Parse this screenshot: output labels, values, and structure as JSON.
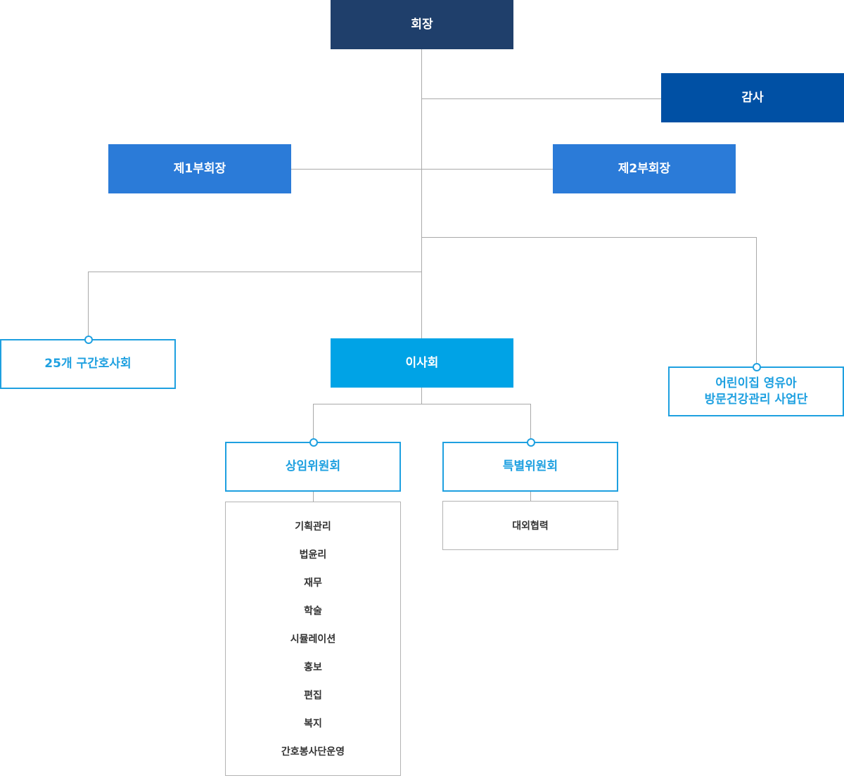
{
  "org": {
    "chairman": "회장",
    "auditor": "감사",
    "vice_chair_1": "제1부회장",
    "vice_chair_2": "제2부회장",
    "district_associations": "25개 구간호사회",
    "board": "이사회",
    "childcare_program_line1": "어린이집 영유아",
    "childcare_program_line2": "방문건강관리 사업단",
    "standing_committee": "상임위원회",
    "special_committee": "특별위원회",
    "standing_committee_items": [
      "기획관리",
      "법윤리",
      "재무",
      "학술",
      "시뮬레이션",
      "홍보",
      "편집",
      "복지",
      "간호봉사단운영"
    ],
    "special_committee_items": [
      "대외협력"
    ]
  },
  "colors": {
    "chairman": "#1f3f6b",
    "auditor": "#0050a4",
    "vice_chair": "#2b7bd8",
    "board": "#00a3e6",
    "outline": "#1ea0e0",
    "connector": "#a9a9a9"
  }
}
